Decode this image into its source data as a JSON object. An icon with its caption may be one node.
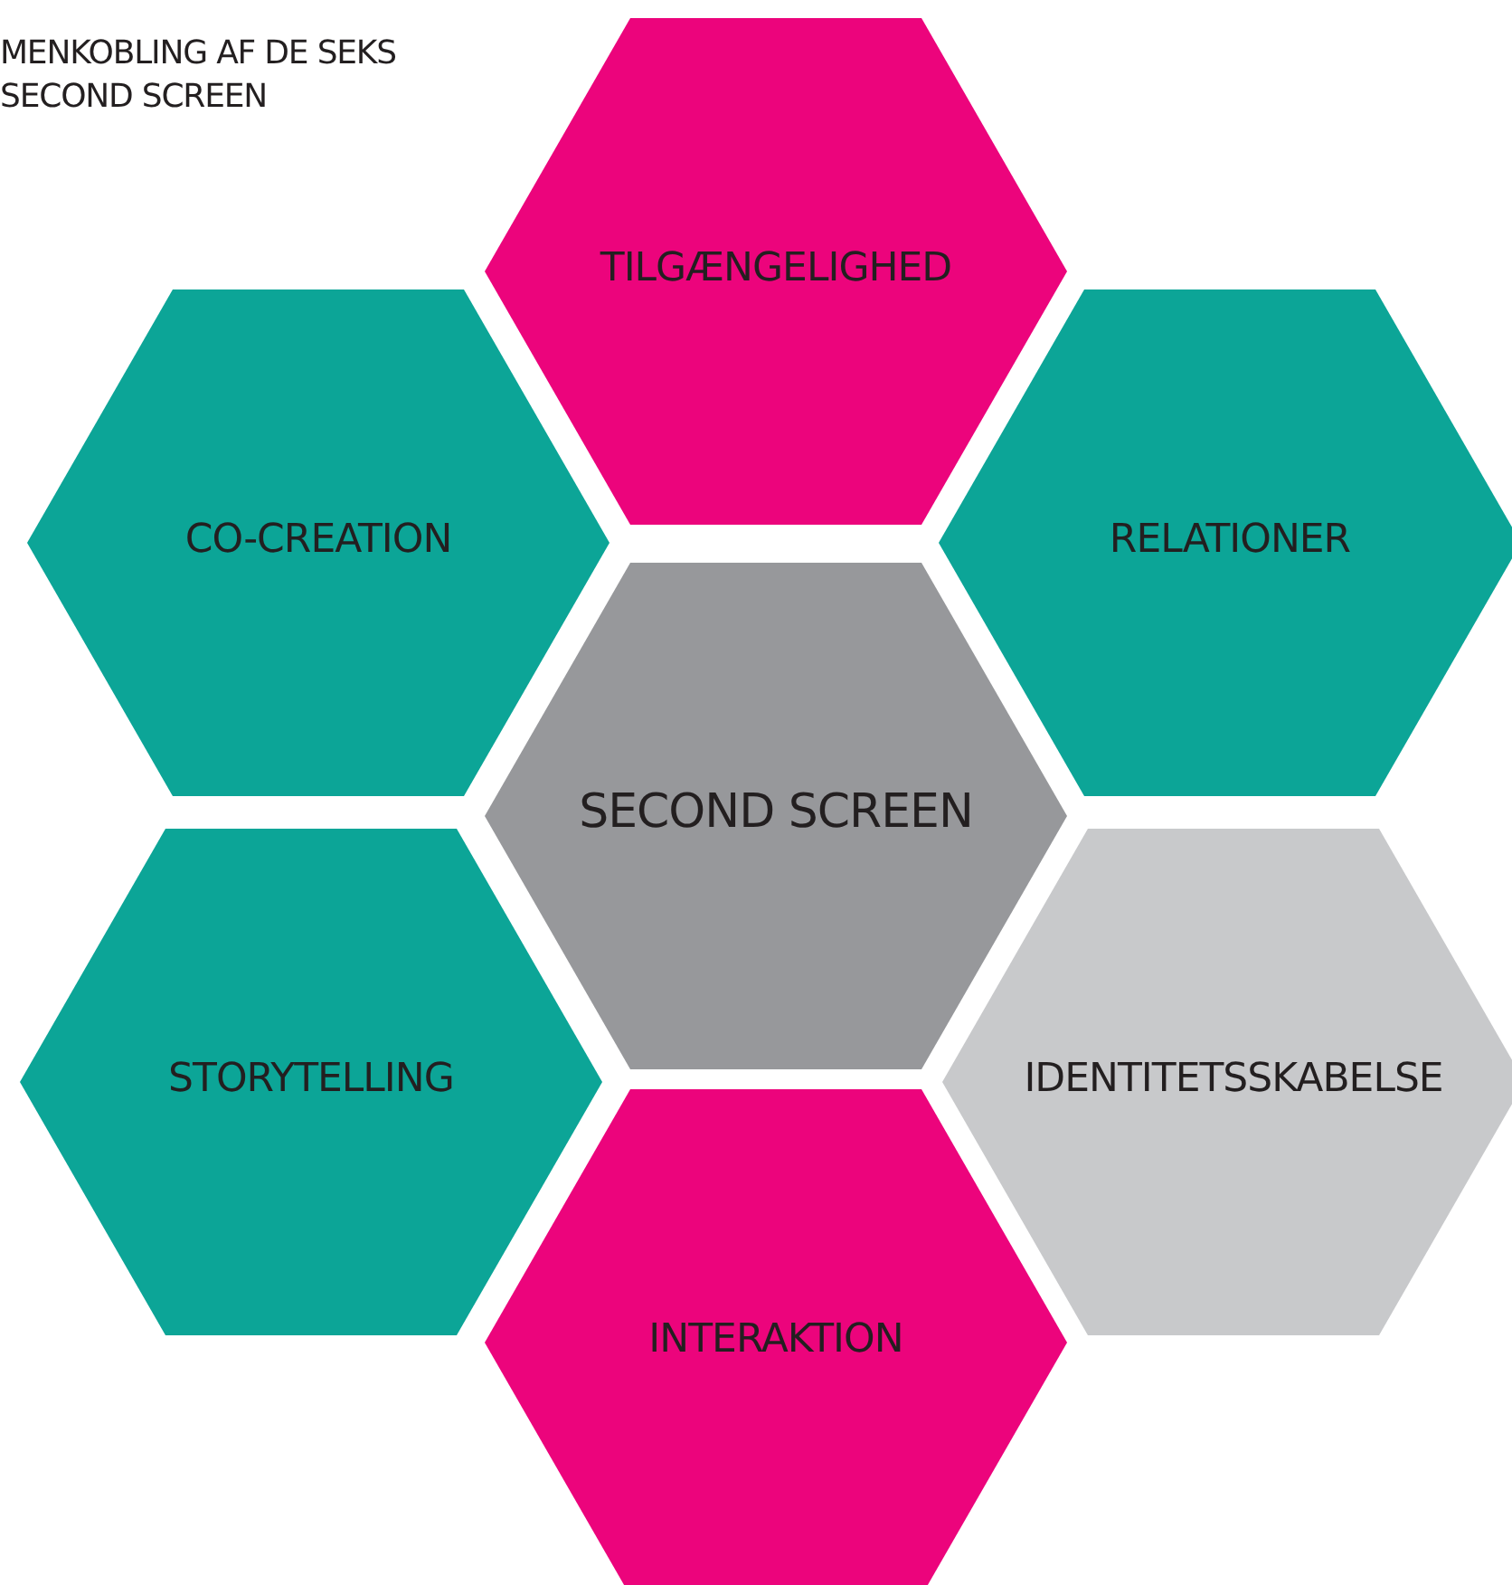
{
  "diagram": {
    "title": "MENKOBLING AF DE SEKS SECOND SCREEN",
    "nodes": [
      {
        "text": [
          "TILGÆNGELIGHED"
        ]
      },
      {
        "text": [
          "CO-CREATION"
        ]
      },
      {
        "text": [
          "RELATIONER"
        ]
      },
      {
        "text": [
          "SECOND SCREEN"
        ]
      },
      {
        "text": [
          "STORYTELLING"
        ]
      },
      {
        "text": [
          "IDENTITETSSKABELSE"
        ]
      },
      {
        "text": [
          "INTERAKTION"
        ]
      }
    ]
  }
}
